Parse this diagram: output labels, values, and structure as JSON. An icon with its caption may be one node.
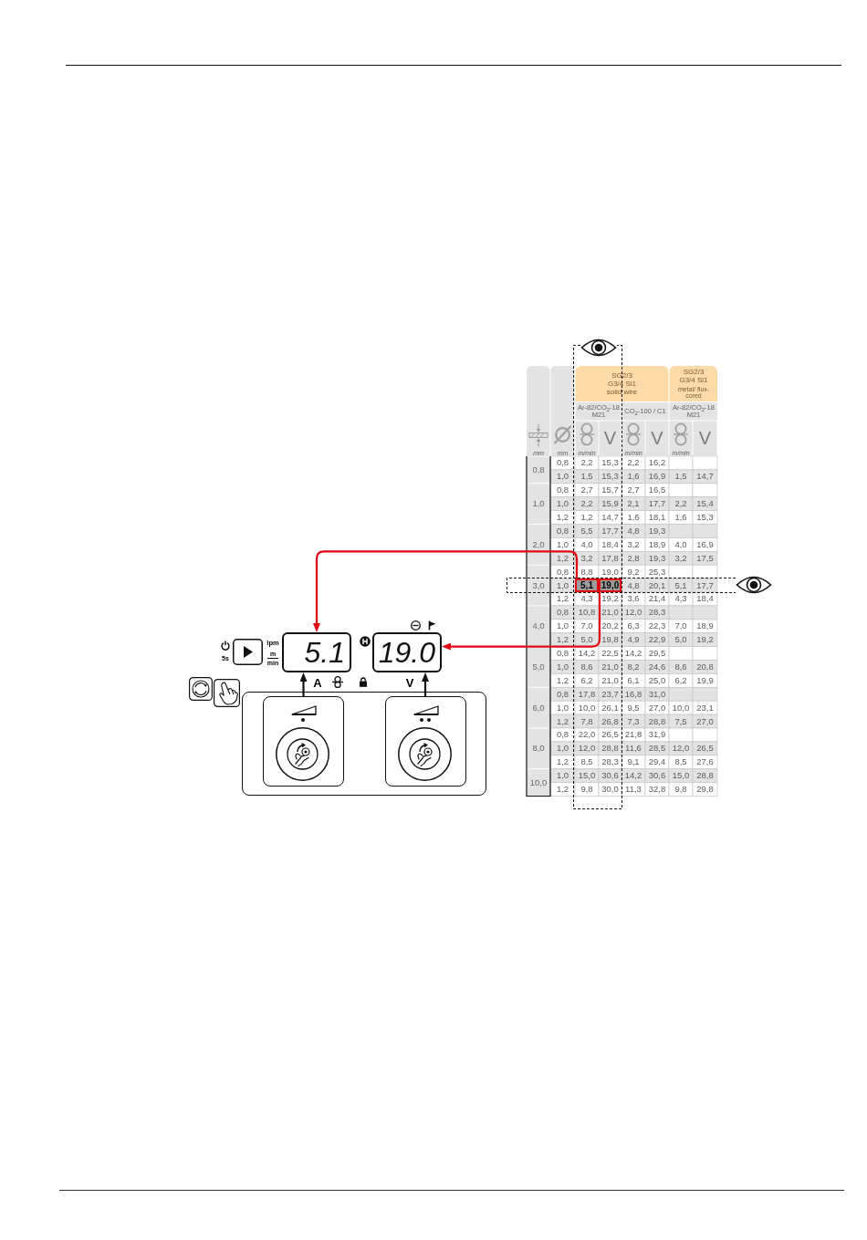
{
  "diagram": {
    "nodes": [
      {
        "text": [
          "5,1"
        ]
      },
      {
        "text": [
          "19,0"
        ]
      },
      {
        "text": [
          "5.1"
        ]
      },
      {
        "text": [
          "19.0"
        ]
      },
      {
        "text": [],
        "shape": "box"
      },
      {
        "text": [],
        "shape": "box",
        "in": 4
      },
      {
        "text": [],
        "shape": "box",
        "in": 4
      }
    ],
    "edges": [
      {
        "from": 0,
        "to": 2,
        "arrow": "to",
        "color": "#e30613"
      },
      {
        "from": 1,
        "to": 3,
        "arrow": "to",
        "color": "#e30613"
      },
      {
        "from": 5,
        "to": 2,
        "arrow": "to",
        "color": "#111111"
      },
      {
        "from": 6,
        "to": 3,
        "arrow": "to",
        "color": "#111111"
      }
    ],
    "labels": [
      "5s",
      "lpm",
      "m",
      "min",
      "A",
      "V",
      "SG2/3 G3/4 Si1 solid wire",
      "SG2/3 G3/4 Si1",
      "metal/ flux-cored",
      "Ar-82/CO$_{2}$-18 M21",
      "CO$_{2}$-100 / C1",
      "Ar-82/CO$_{2}$-18 M21",
      "mm",
      "mm",
      "m/min",
      "V",
      "m/min",
      "V",
      "m/min",
      "V",
      "0,8",
      "0,8",
      "2,2",
      "15,3",
      "2,2",
      "16,2",
      "1,0",
      "1,5",
      "15,3",
      "1,6",
      "16,9",
      "1,5",
      "14,7",
      "1,0",
      "0,8",
      "2,7",
      "15,7",
      "2,7",
      "16,5",
      "1,0",
      "2,2",
      "15,9",
      "2,1",
      "17,7",
      "2,2",
      "15,4",
      "1,2",
      "1,2",
      "14,7",
      "1,6",
      "18,1",
      "1,6",
      "15,3",
      "2,0",
      "0,8",
      "5,5",
      "17,7",
      "4,8",
      "19,3",
      "1,0",
      "4,0",
      "18,4",
      "3,2",
      "18,9",
      "4,0",
      "16,9",
      "1,2",
      "3,2",
      "17,8",
      "2,8",
      "19,3",
      "3,2",
      "17,5",
      "3,0",
      "0,8",
      "8,8",
      "19,0",
      "9,2",
      "25,3",
      "1,0",
      "4,8",
      "20,1",
      "5,1",
      "17,7",
      "1,2",
      "4,3",
      "19,2",
      "3,6",
      "21,4",
      "4,3",
      "18,4",
      "4,0",
      "0,8",
      "10,8",
      "21,0",
      "12,0",
      "28,3",
      "1,0",
      "7,0",
      "20,2",
      "6,3",
      "22,3",
      "7,0",
      "18,9",
      "1,2",
      "5,0",
      "19,8",
      "4,9",
      "22,9",
      "5,0",
      "19,2",
      "5,0",
      "0,8",
      "14,2",
      "22,5",
      "14,2",
      "29,5",
      "1,0",
      "8,6",
      "21,0",
      "8,2",
      "24,6",
      "8,6",
      "20,8",
      "1,2",
      "6,2",
      "21,0",
      "6,1",
      "25,0",
      "6,2",
      "19,9",
      "6,0",
      "0,8",
      "17,8",
      "23,7",
      "16,8",
      "31,0",
      "1,0",
      "10,0",
      "26,1",
      "9,5",
      "27,0",
      "10,0",
      "23,1",
      "1,2",
      "7,8",
      "26,8",
      "7,3",
      "28,8",
      "7,5",
      "27,0",
      "8,0",
      "0,8",
      "22,0",
      "26,5",
      "21,8",
      "31,9",
      "1,0",
      "12,0",
      "28,8",
      "11,6",
      "28,5",
      "12,0",
      "26,5",
      "1,2",
      "8,5",
      "28,3",
      "9,1",
      "29,4",
      "8,5",
      "27,6",
      "10,0",
      "1,0",
      "15,0",
      "30,6",
      "14,2",
      "30,6",
      "15,0",
      "28,8",
      "1,2",
      "9,8",
      "30,0",
      "11,3",
      "32,8",
      "9,8",
      "29,8"
    ]
  }
}
